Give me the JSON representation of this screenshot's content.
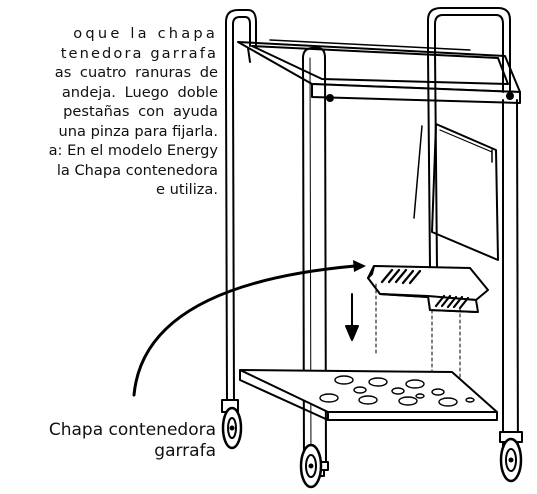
{
  "instructions": {
    "lines": [
      "oque  la  chapa",
      "tenedora  garrafa",
      "as cuatro ranuras de",
      "andeja.  Luego  doble",
      "pestañas  con  ayuda",
      "una pinza para fijarla.",
      "a: En el modelo Energy",
      "la Chapa contenedora",
      "e utiliza."
    ]
  },
  "callout": {
    "line1": "Chapa contenedora",
    "line2": "garrafa"
  },
  "drawing": {
    "subject": "cart-with-gas-bottle-plate",
    "stroke_color": "#000000",
    "fill_color": "#ffffff"
  }
}
